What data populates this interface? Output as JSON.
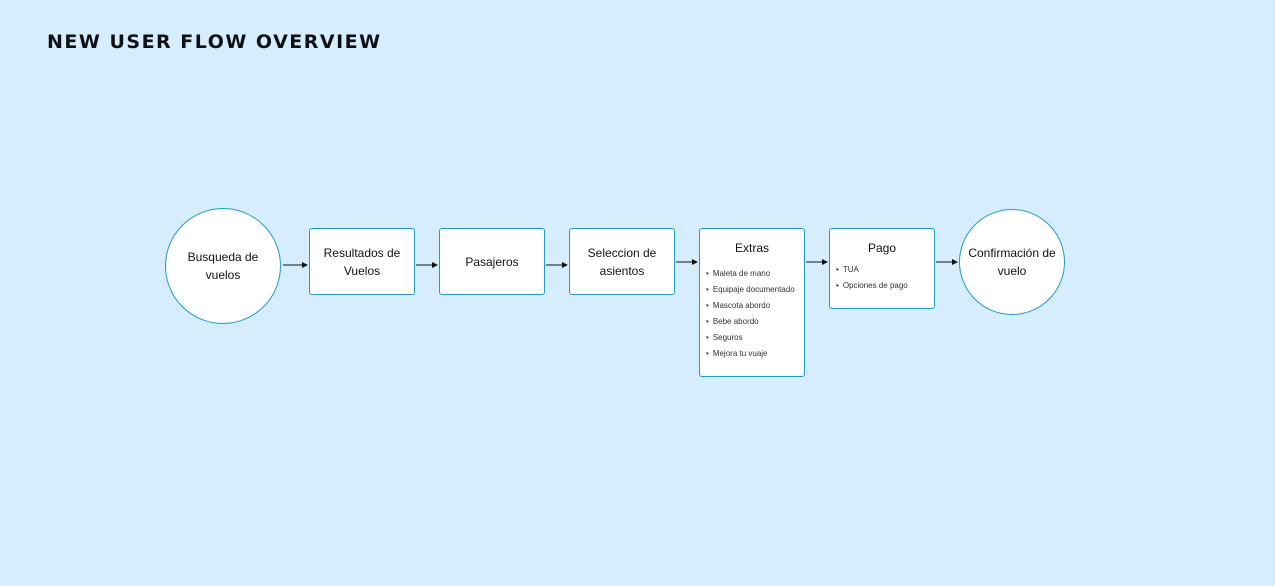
{
  "title": "NEW USER FLOW OVERVIEW",
  "colors": {
    "background": "#d6edfd",
    "node_fill": "#ffffff",
    "node_border": "#1f9cc4",
    "arrow": "#111111"
  },
  "flow": {
    "start": {
      "label": "Busqueda de vuelos"
    },
    "steps": [
      {
        "label": "Resultados de Vuelos",
        "items": []
      },
      {
        "label": "Pasajeros",
        "items": []
      },
      {
        "label": "Seleccion de asientos",
        "items": []
      },
      {
        "label": "Extras",
        "items": [
          "Maleta de mano",
          "Equipaje documentado",
          "Mascota abordo",
          "Bebe abordo",
          "Seguros",
          "Mejora tu vuaje"
        ]
      },
      {
        "label": "Pago",
        "items": [
          "TUA",
          "Opciones de pago"
        ]
      }
    ],
    "end": {
      "label": "Confirmación de vuelo"
    }
  }
}
